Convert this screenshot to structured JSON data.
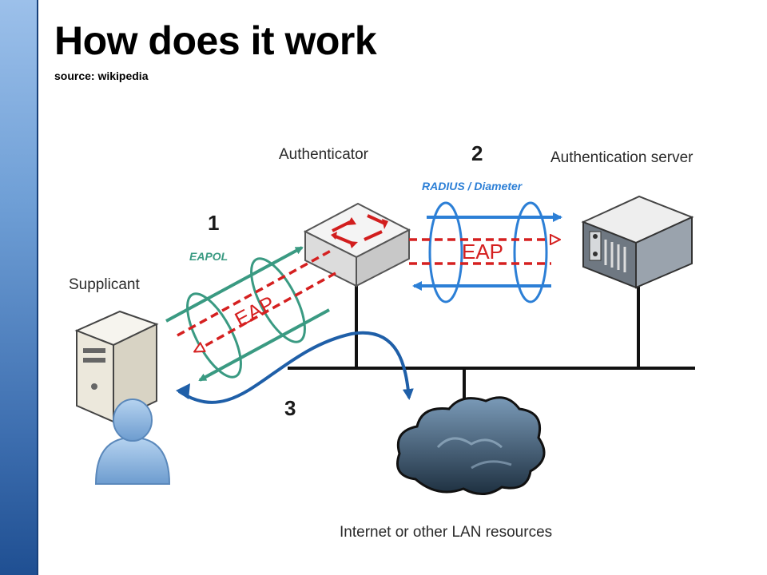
{
  "slide": {
    "title": "How does it work",
    "subtitle": "source: wikipedia"
  },
  "diagram": {
    "labels": {
      "authenticator": "Authenticator",
      "auth_server": "Authentication server",
      "supplicant": "Supplicant",
      "internet": "Internet or other LAN resources"
    },
    "steps": {
      "one": "1",
      "two": "2",
      "three": "3"
    },
    "protocols": {
      "eapol": "EAPOL",
      "radius": "RADIUS / Diameter",
      "eap_left": "EAP",
      "eap_right": "EAP"
    },
    "icons": [
      "switch-icon",
      "server-icon",
      "computer-tower-icon",
      "user-icon",
      "cloud-icon"
    ],
    "colors": {
      "sidebar": "#3e6fb0",
      "eapol_green": "#3a9a82",
      "radius_blue": "#2c7fd6",
      "eap_red": "#d52020",
      "flow_blue": "#1f5fa8"
    }
  }
}
